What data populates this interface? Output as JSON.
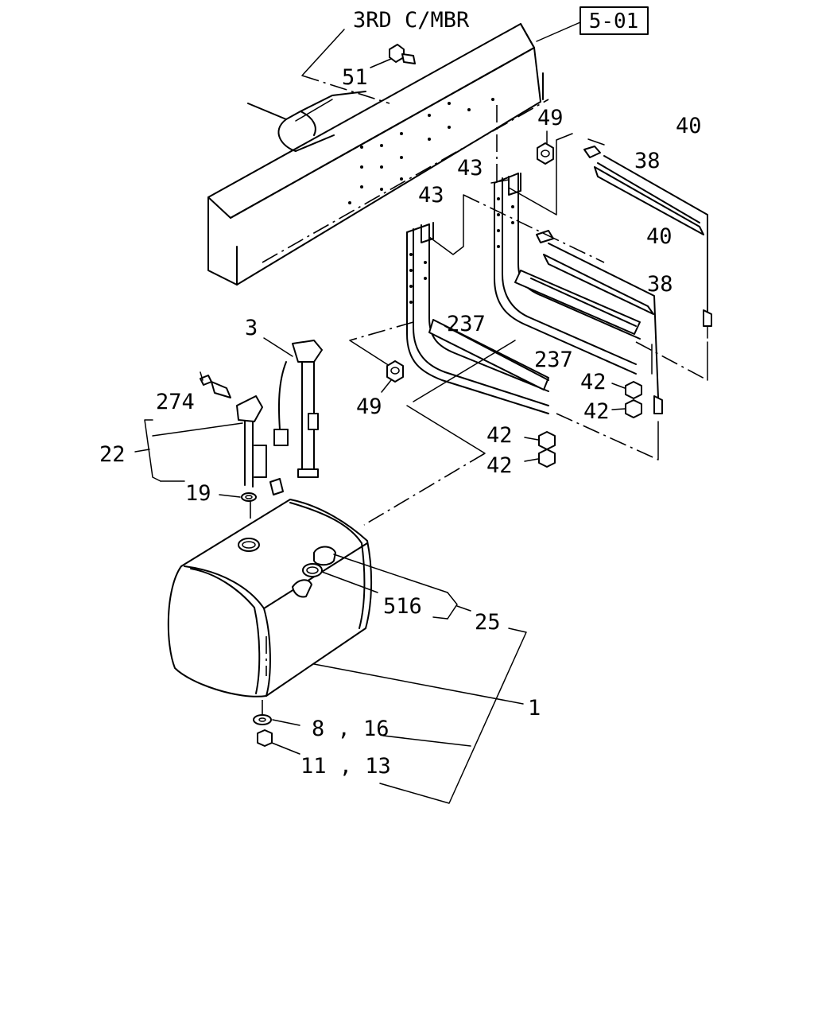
{
  "reference_box": "5-01",
  "frame_label": "3RD C/MBR",
  "callouts": {
    "c51": "51",
    "c49a": "49",
    "c49b": "49",
    "c43a": "43",
    "c43b": "43",
    "c40a": "40",
    "c40b": "40",
    "c38a": "38",
    "c38b": "38",
    "c237a": "237",
    "c237b": "237",
    "c42a": "42",
    "c42b": "42",
    "c42c": "42",
    "c42d": "42",
    "c3": "3",
    "c274": "274",
    "c22": "22",
    "c19": "19",
    "c516": "516",
    "c25": "25",
    "c1": "1",
    "c8_16": "8 , 16",
    "c11_13": "11 , 13"
  }
}
